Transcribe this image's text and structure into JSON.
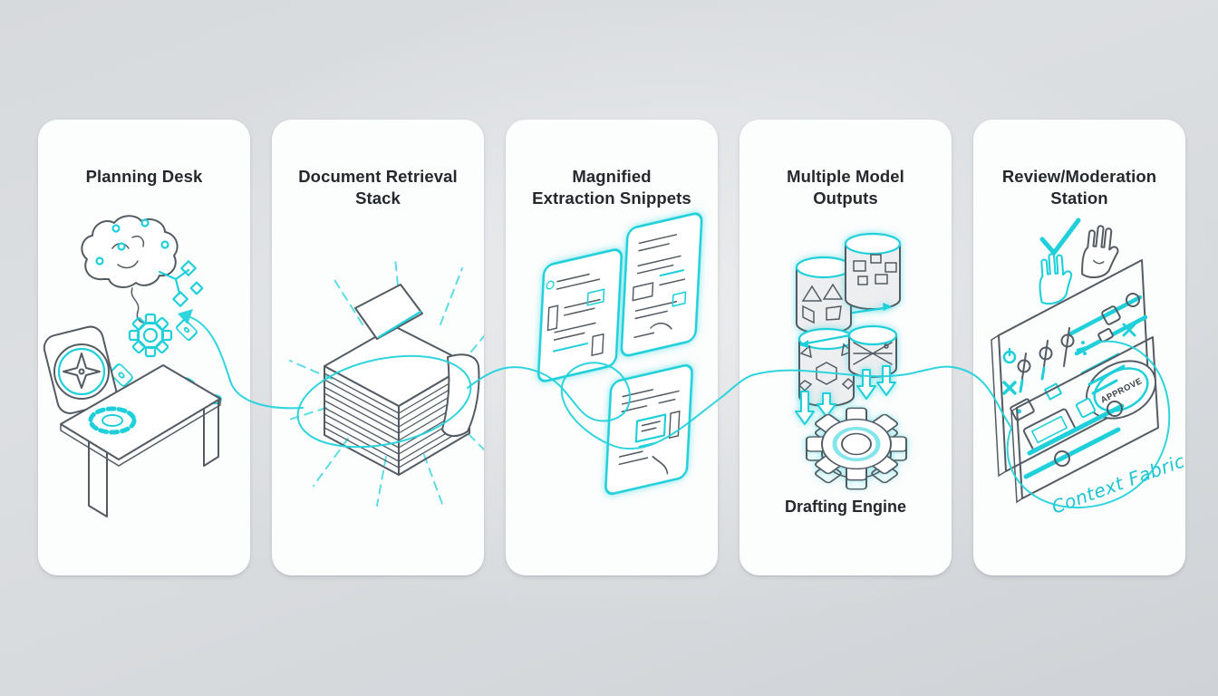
{
  "colors": {
    "accent": "#1fd0da",
    "ink": "#535b63",
    "card": "#fcfdfd",
    "background": "#d7dadd"
  },
  "panels": [
    {
      "id": "planning-desk",
      "title": "Planning Desk"
    },
    {
      "id": "document-retrieval-stack",
      "title": "Document Retrieval\nStack"
    },
    {
      "id": "magnified-extraction-snippets",
      "title": "Magnified\nExtraction Snippets"
    },
    {
      "id": "multiple-model-outputs",
      "title": "Multiple Model\nOutputs",
      "caption": "Drafting Engine"
    },
    {
      "id": "review-moderation-station",
      "title": "Review/Moderation\nStation",
      "stamp_label": "APPROVE",
      "annotation": "Context Fabric"
    }
  ]
}
